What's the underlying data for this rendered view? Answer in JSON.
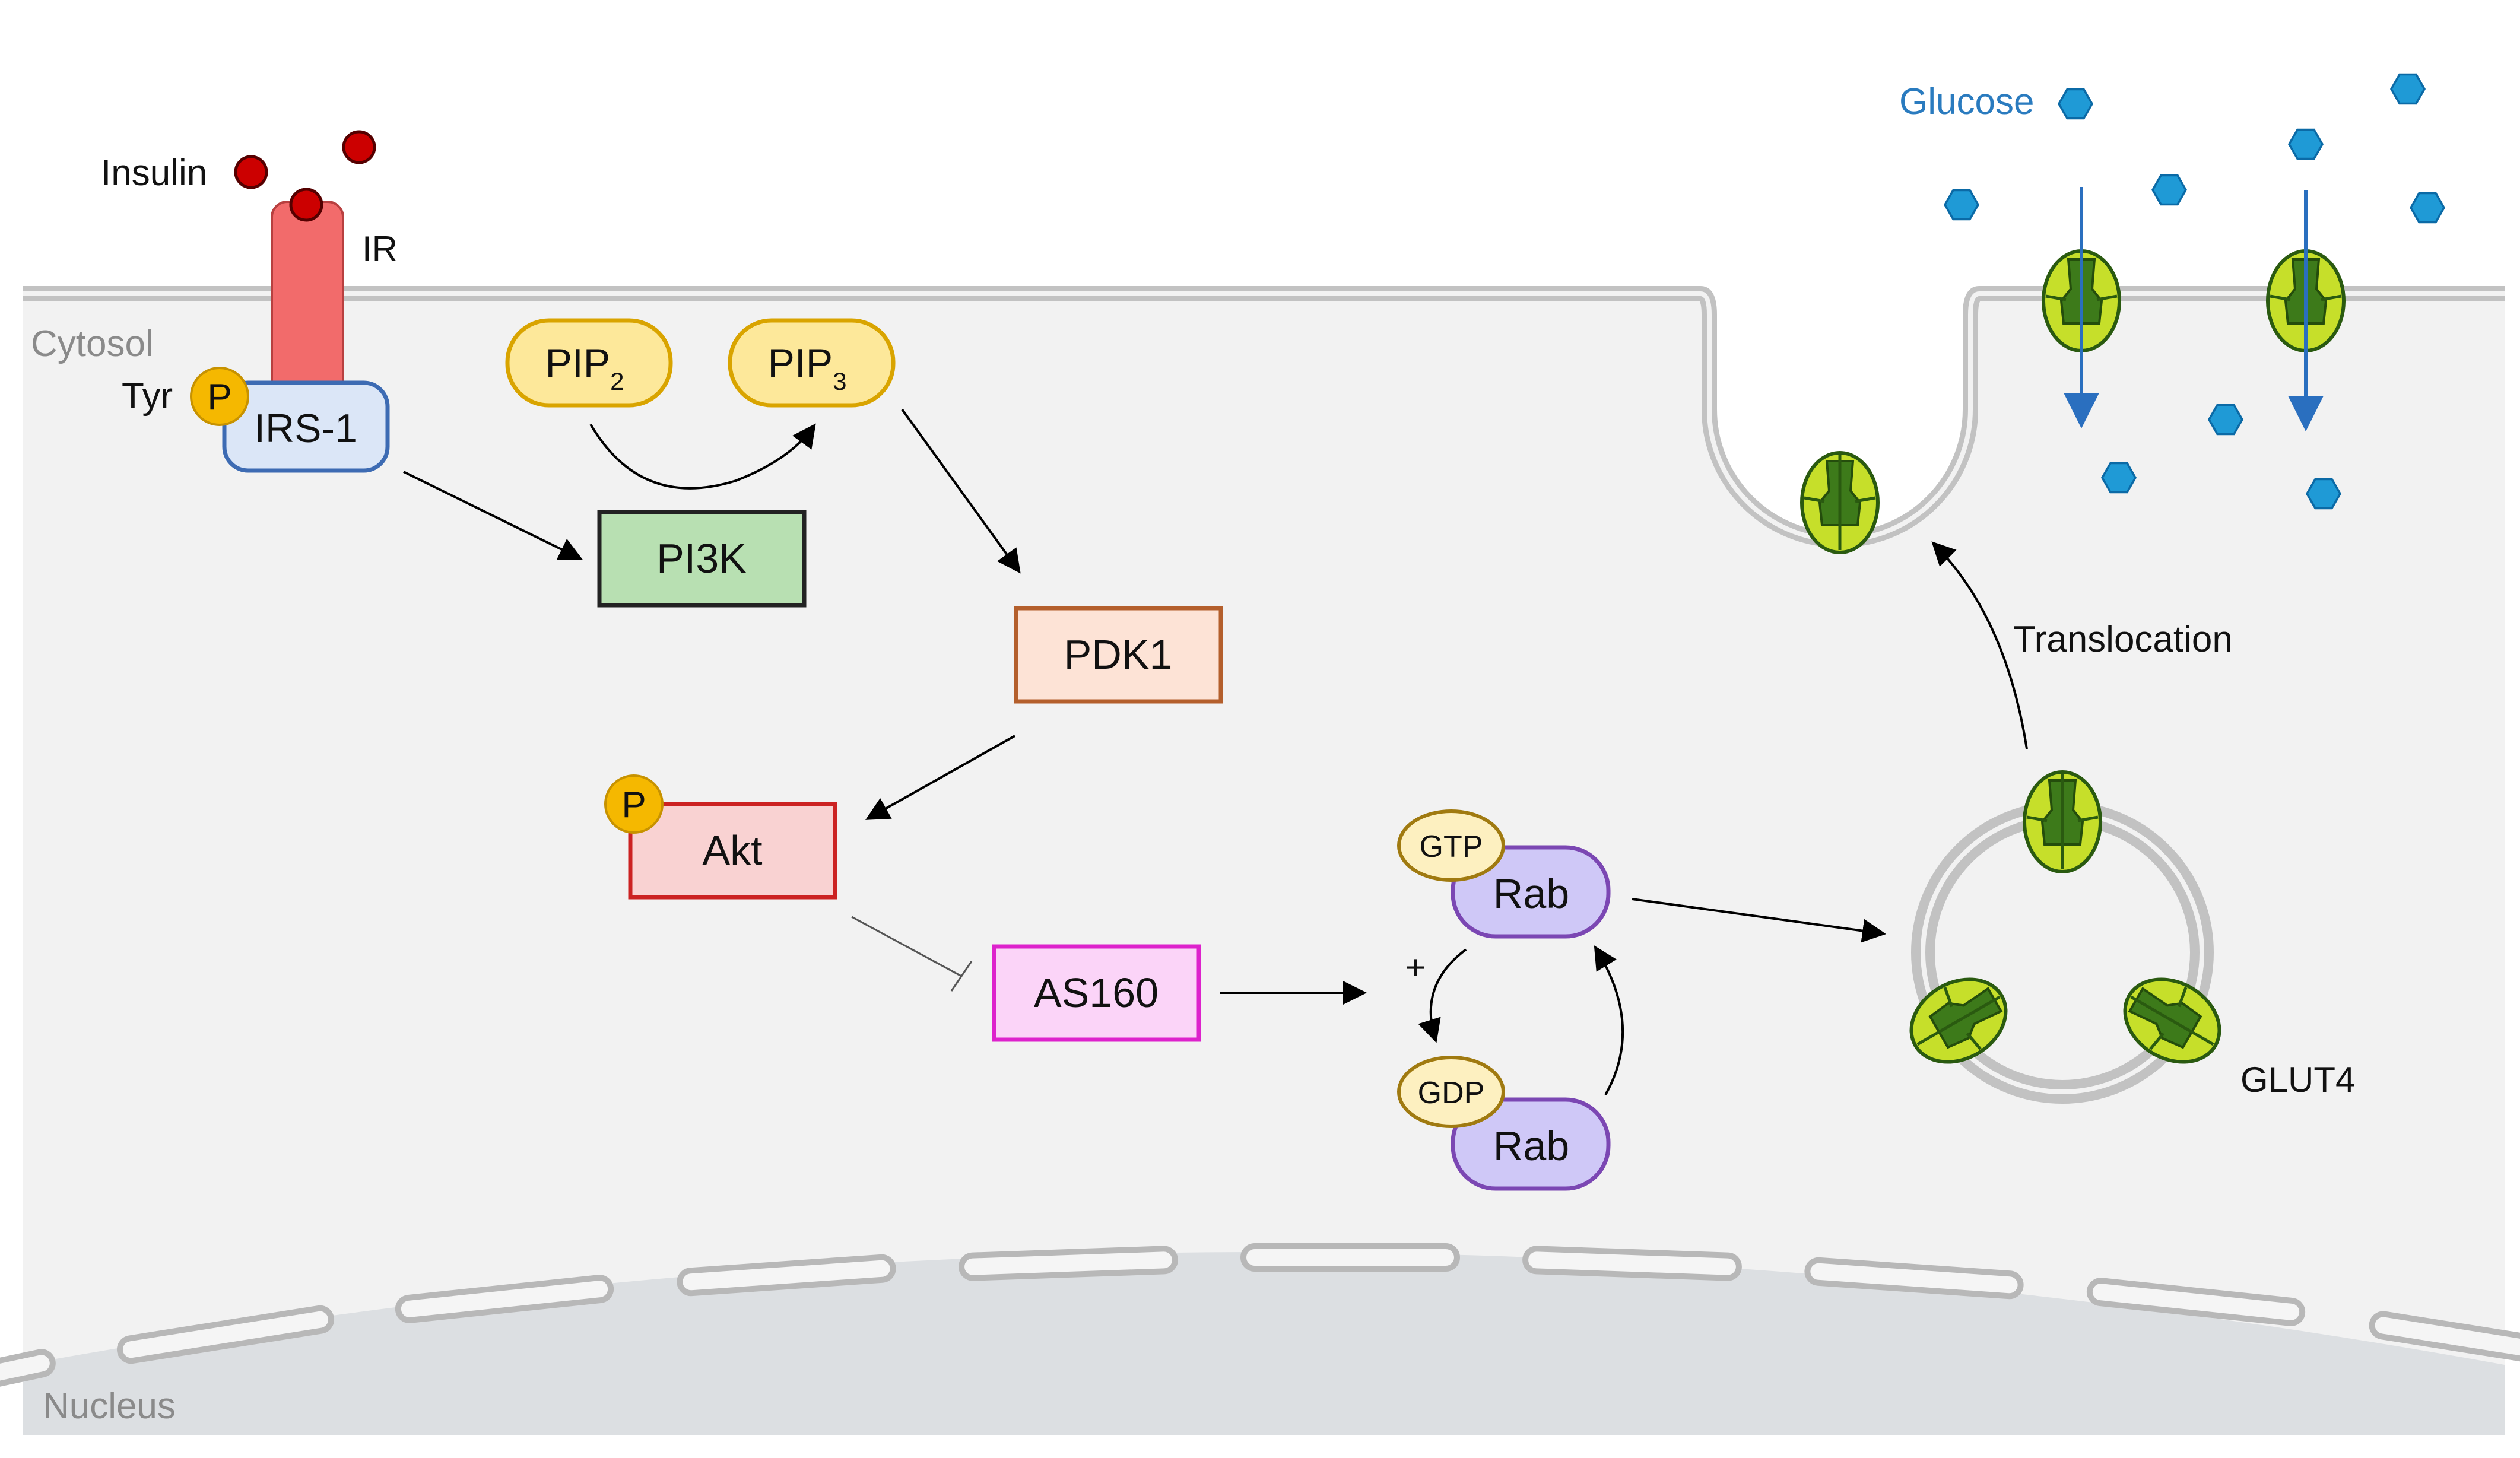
{
  "labels": {
    "insulin": "Insulin",
    "ir": "IR",
    "cytosol": "Cytosol",
    "tyr": "Tyr",
    "irs1": "IRS-1",
    "pip2_base": "PIP",
    "pip2_sub": "2",
    "pip3_base": "PIP",
    "pip3_sub": "3",
    "pi3k": "PI3K",
    "pdk1": "PDK1",
    "akt": "Akt",
    "as160": "AS160",
    "gtp": "GTP",
    "gdp": "GDP",
    "rab_gtp": "Rab",
    "rab_gdp": "Rab",
    "plus": "+",
    "translocation": "Translocation",
    "glut4": "GLUT4",
    "glucose": "Glucose",
    "nucleus": "Nucleus",
    "phospho_irs1": "P",
    "phospho_akt": "P"
  },
  "colors": {
    "insulin": "#cc0000",
    "receptor": "#f26b6b",
    "irs1_fill": "#dbe6f7",
    "irs1_stroke": "#3d6bb3",
    "phospho": "#f5b800",
    "pip_fill": "#fde89a",
    "pip_stroke": "#d9a400",
    "pi3k_fill": "#b8e0b2",
    "pdk1_fill": "#fde3d6",
    "pdk1_stroke": "#b45f2c",
    "akt_fill": "#f9d2d2",
    "akt_stroke": "#cc2222",
    "as160_fill": "#fbd4f8",
    "as160_stroke": "#dd22cc",
    "rab_fill": "#cfc8f7",
    "rab_stroke": "#7b47b3",
    "gtp_fill": "#fdf0c0",
    "glut_outer": "#c6df2a",
    "glut_inner": "#3d7a1a",
    "glucose": "#1f9ad6",
    "glucose_text": "#2a7bbf",
    "membrane": "#c0c0c0",
    "cytosol": "#f2f2f2",
    "nucleus": "#dcdfe2"
  }
}
